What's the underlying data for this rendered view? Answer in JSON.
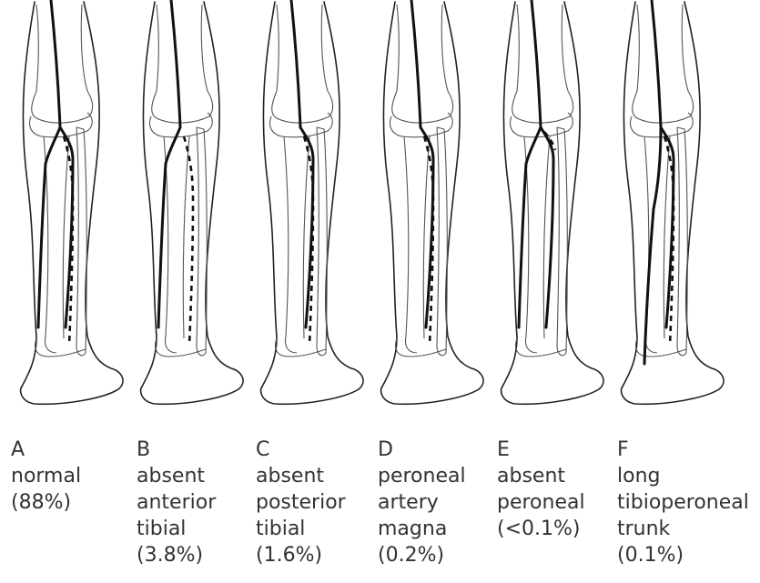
{
  "variants": [
    {
      "letter": "A",
      "lines": [
        "normal",
        "(88%)"
      ],
      "anterior_tibial": true,
      "posterior_tibial": true,
      "peroneal": "dashed",
      "long_trunk": false
    },
    {
      "letter": "B",
      "lines": [
        "absent",
        "anterior",
        "tibial",
        "(3.8%)"
      ],
      "anterior_tibial": false,
      "posterior_tibial": true,
      "peroneal": "dashed",
      "long_trunk": false
    },
    {
      "letter": "C",
      "lines": [
        "absent",
        "posterior",
        "tibial",
        "(1.6%)"
      ],
      "anterior_tibial": true,
      "posterior_tibial": false,
      "peroneal": "dashed",
      "long_trunk": false
    },
    {
      "letter": "D",
      "lines": [
        "peroneal",
        "artery",
        "magna",
        "(0.2%)"
      ],
      "anterior_tibial": true,
      "posterior_tibial": false,
      "peroneal": "dashed",
      "long_trunk": false
    },
    {
      "letter": "E",
      "lines": [
        "absent",
        "peroneal",
        "(<0.1%)"
      ],
      "anterior_tibial": true,
      "posterior_tibial": true,
      "peroneal": "absent",
      "long_trunk": false
    },
    {
      "letter": "F",
      "lines": [
        "long",
        "tibioperoneal",
        "trunk",
        "(0.1%)"
      ],
      "anterior_tibial": true,
      "posterior_tibial": true,
      "peroneal": "dashed",
      "long_trunk": true
    }
  ]
}
